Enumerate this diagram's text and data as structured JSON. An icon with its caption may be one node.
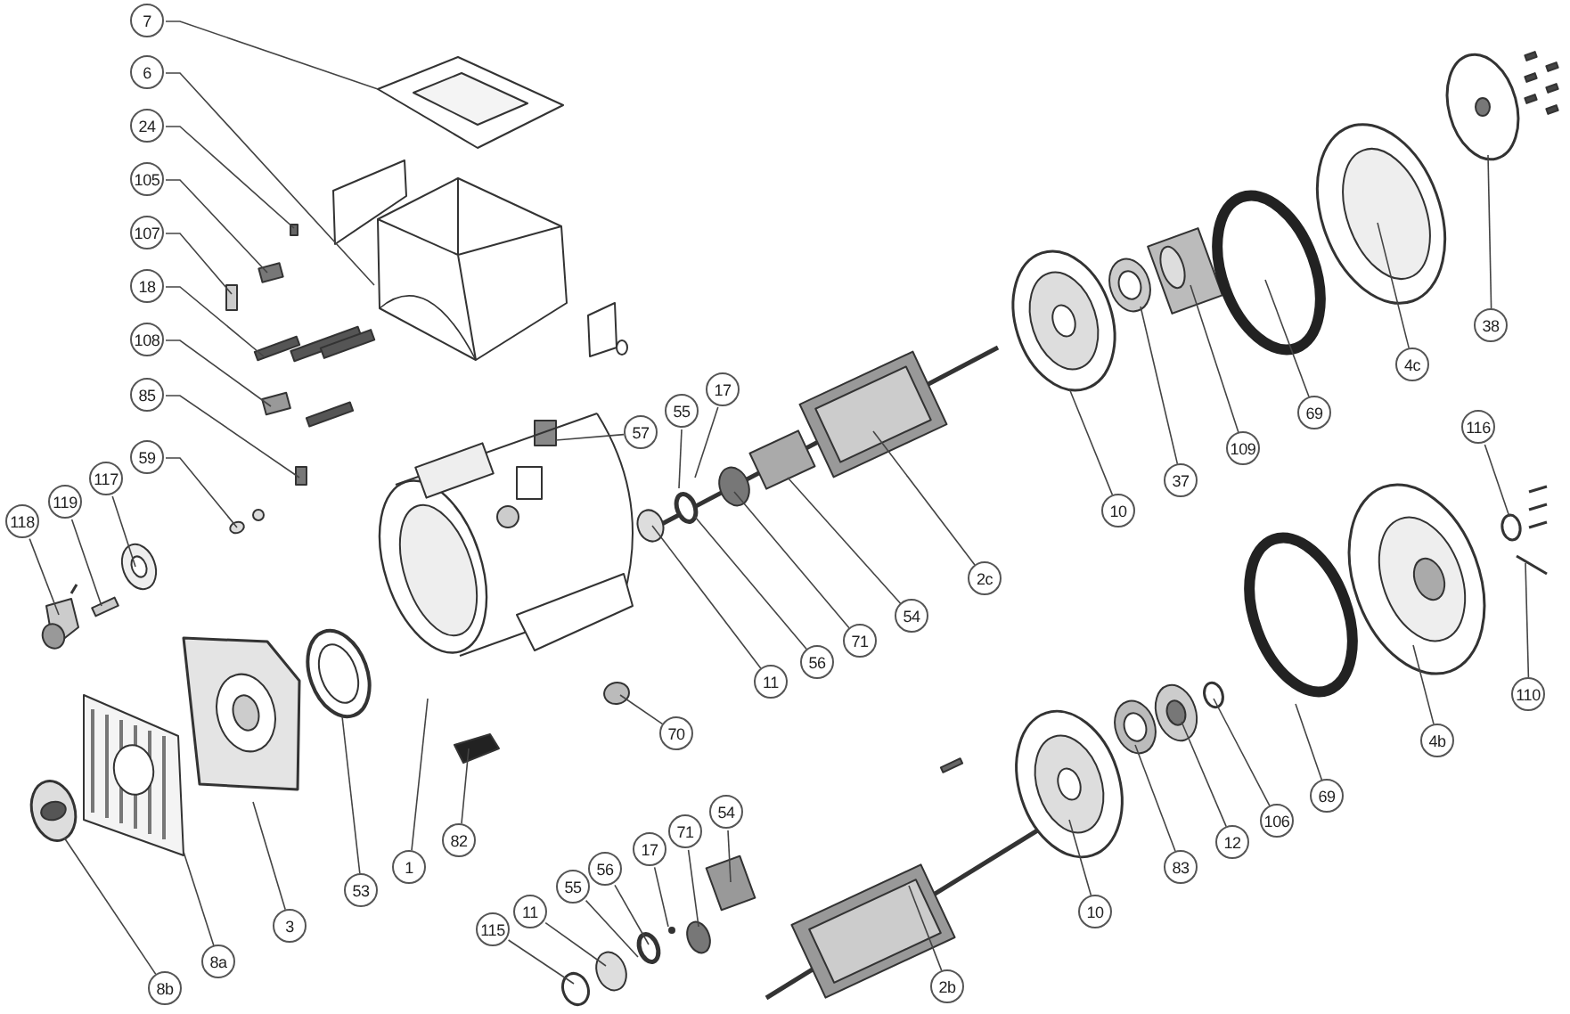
{
  "diagram": {
    "nodes": [
      {
        "text": [
          "7"
        ]
      },
      {
        "text": [
          "6"
        ]
      },
      {
        "text": [
          "24"
        ]
      },
      {
        "text": [
          "105"
        ]
      },
      {
        "text": [
          "107"
        ]
      },
      {
        "text": [
          "18"
        ]
      },
      {
        "text": [
          "108"
        ]
      },
      {
        "text": [
          "85"
        ]
      },
      {
        "text": [
          "59"
        ]
      },
      {
        "text": [
          "17"
        ]
      },
      {
        "text": [
          "55"
        ]
      },
      {
        "text": [
          "57"
        ]
      },
      {
        "text": [
          "117"
        ]
      },
      {
        "text": [
          "119"
        ]
      },
      {
        "text": [
          "118"
        ]
      },
      {
        "text": [
          "10"
        ]
      },
      {
        "text": [
          "37"
        ]
      },
      {
        "text": [
          "109"
        ]
      },
      {
        "text": [
          "69"
        ]
      },
      {
        "text": [
          "4c"
        ]
      },
      {
        "text": [
          "38"
        ]
      },
      {
        "text": [
          "116"
        ]
      },
      {
        "text": [
          "2c"
        ]
      },
      {
        "text": [
          "54"
        ]
      },
      {
        "text": [
          "71"
        ]
      },
      {
        "text": [
          "56"
        ]
      },
      {
        "text": [
          "11"
        ]
      },
      {
        "text": [
          "110"
        ]
      },
      {
        "text": [
          "4b"
        ]
      },
      {
        "text": [
          "70"
        ]
      },
      {
        "text": [
          "69"
        ]
      },
      {
        "text": [
          "106"
        ]
      },
      {
        "text": [
          "12"
        ]
      },
      {
        "text": [
          "83"
        ]
      },
      {
        "text": [
          "82"
        ]
      },
      {
        "text": [
          "1"
        ]
      },
      {
        "text": [
          "53"
        ]
      },
      {
        "text": [
          "3"
        ]
      },
      {
        "text": [
          "10"
        ]
      },
      {
        "text": [
          "8a"
        ]
      },
      {
        "text": [
          "2b"
        ]
      },
      {
        "text": [
          "54"
        ]
      },
      {
        "text": [
          "71"
        ]
      },
      {
        "text": [
          "17"
        ]
      },
      {
        "text": [
          "56"
        ]
      },
      {
        "text": [
          "55"
        ]
      },
      {
        "text": [
          "11"
        ]
      },
      {
        "text": [
          "115"
        ]
      },
      {
        "text": [
          "8b"
        ]
      }
    ],
    "edges": [
      {
        "from": 0,
        "to": null,
        "arrow": "none"
      },
      {
        "from": 1,
        "to": null,
        "arrow": "none"
      },
      {
        "from": 2,
        "to": null,
        "arrow": "none"
      },
      {
        "from": 3,
        "to": null,
        "arrow": "none"
      },
      {
        "from": 4,
        "to": null,
        "arrow": "none"
      },
      {
        "from": 5,
        "to": null,
        "arrow": "none"
      },
      {
        "from": 6,
        "to": null,
        "arrow": "none"
      },
      {
        "from": 7,
        "to": null,
        "arrow": "none"
      },
      {
        "from": 8,
        "to": null,
        "arrow": "none"
      },
      {
        "from": 9,
        "to": null,
        "arrow": "none"
      },
      {
        "from": 10,
        "to": null,
        "arrow": "none"
      },
      {
        "from": 11,
        "to": null,
        "arrow": "none"
      },
      {
        "from": 12,
        "to": null,
        "arrow": "none"
      },
      {
        "from": 13,
        "to": null,
        "arrow": "none"
      },
      {
        "from": 14,
        "to": null,
        "arrow": "none"
      },
      {
        "from": 15,
        "to": null,
        "arrow": "none"
      },
      {
        "from": 16,
        "to": null,
        "arrow": "none"
      },
      {
        "from": 17,
        "to": null,
        "arrow": "none"
      },
      {
        "from": 18,
        "to": null,
        "arrow": "none"
      },
      {
        "from": 19,
        "to": null,
        "arrow": "none"
      },
      {
        "from": 20,
        "to": null,
        "arrow": "none"
      },
      {
        "from": 21,
        "to": null,
        "arrow": "none"
      },
      {
        "from": 22,
        "to": null,
        "arrow": "none"
      },
      {
        "from": 23,
        "to": null,
        "arrow": "none"
      },
      {
        "from": 24,
        "to": null,
        "arrow": "none"
      },
      {
        "from": 25,
        "to": null,
        "arrow": "none"
      },
      {
        "from": 26,
        "to": null,
        "arrow": "none"
      },
      {
        "from": 27,
        "to": null,
        "arrow": "none"
      },
      {
        "from": 28,
        "to": null,
        "arrow": "none"
      },
      {
        "from": 29,
        "to": null,
        "arrow": "none"
      },
      {
        "from": 30,
        "to": null,
        "arrow": "none"
      },
      {
        "from": 31,
        "to": null,
        "arrow": "none"
      },
      {
        "from": 32,
        "to": null,
        "arrow": "none"
      },
      {
        "from": 33,
        "to": null,
        "arrow": "none"
      },
      {
        "from": 34,
        "to": null,
        "arrow": "none"
      },
      {
        "from": 35,
        "to": null,
        "arrow": "none"
      },
      {
        "from": 36,
        "to": null,
        "arrow": "none"
      },
      {
        "from": 37,
        "to": null,
        "arrow": "none"
      },
      {
        "from": 38,
        "to": null,
        "arrow": "none"
      },
      {
        "from": 39,
        "to": null,
        "arrow": "none"
      },
      {
        "from": 40,
        "to": null,
        "arrow": "none"
      },
      {
        "from": 41,
        "to": null,
        "arrow": "none"
      },
      {
        "from": 42,
        "to": null,
        "arrow": "none"
      },
      {
        "from": 43,
        "to": null,
        "arrow": "none"
      },
      {
        "from": 44,
        "to": null,
        "arrow": "none"
      },
      {
        "from": 45,
        "to": null,
        "arrow": "none"
      },
      {
        "from": 46,
        "to": null,
        "arrow": "none"
      },
      {
        "from": 47,
        "to": null,
        "arrow": "none"
      },
      {
        "from": 48,
        "to": null,
        "arrow": "none"
      }
    ]
  }
}
